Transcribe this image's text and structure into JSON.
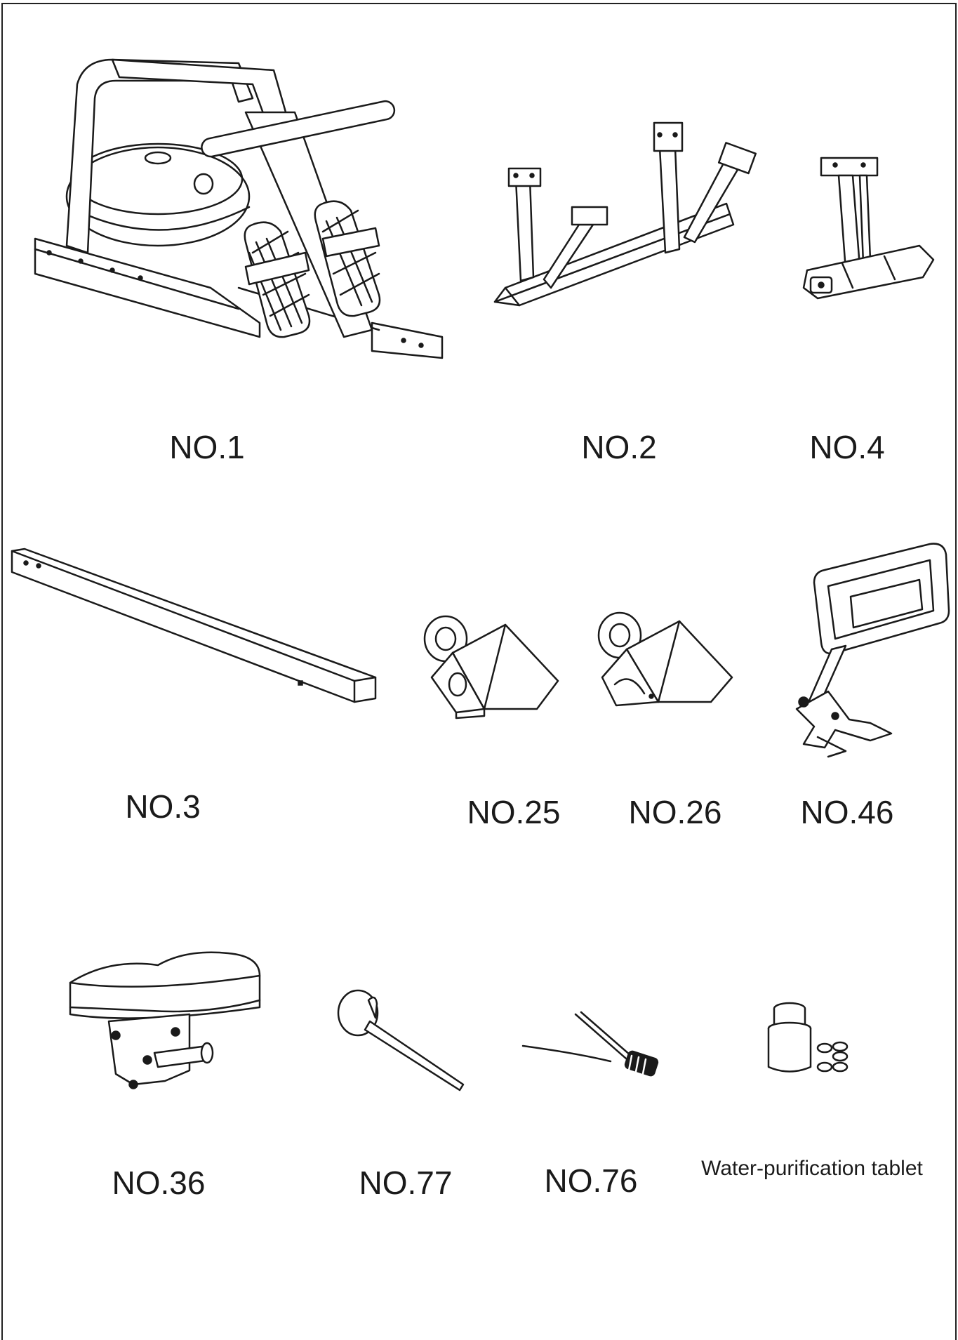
{
  "parts": [
    {
      "id": "no1",
      "label": "NO.1"
    },
    {
      "id": "no2",
      "label": "NO.2"
    },
    {
      "id": "no4",
      "label": "NO.4"
    },
    {
      "id": "no3",
      "label": "NO.3"
    },
    {
      "id": "no25",
      "label": "NO.25"
    },
    {
      "id": "no26",
      "label": "NO.26"
    },
    {
      "id": "no46",
      "label": "NO.46"
    },
    {
      "id": "no36",
      "label": "NO.36"
    },
    {
      "id": "no77",
      "label": "NO.77"
    },
    {
      "id": "no76",
      "label": "NO.76"
    },
    {
      "id": "tablet",
      "label": "Water-purification tablet"
    }
  ]
}
